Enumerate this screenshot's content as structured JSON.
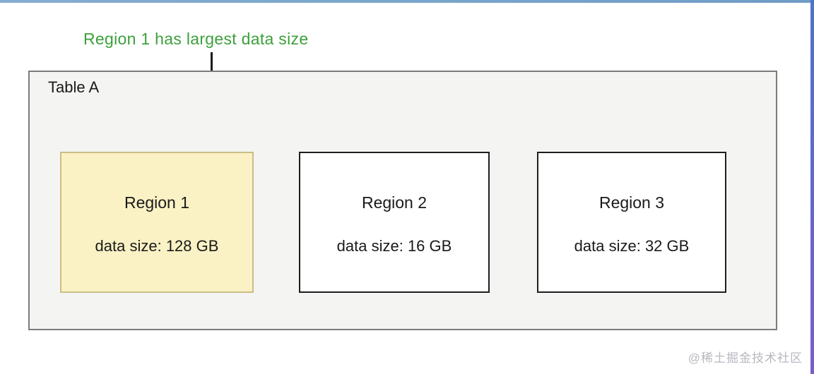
{
  "annotation": {
    "text": "Region 1 has largest data size",
    "color": "#3ca03c"
  },
  "table": {
    "label": "Table A"
  },
  "regions": [
    {
      "name": "Region 1",
      "data_size": "data size: 128 GB",
      "highlighted": true,
      "fill": "#faf2c5",
      "border": "#ccbd85"
    },
    {
      "name": "Region 2",
      "data_size": "data size: 16 GB",
      "highlighted": false,
      "fill": "#ffffff",
      "border": "#1e1e1e"
    },
    {
      "name": "Region 3",
      "data_size": "data size: 32 GB",
      "highlighted": false,
      "fill": "#ffffff",
      "border": "#1e1e1e"
    }
  ],
  "watermark": {
    "text": "@稀土掘金技术社区"
  },
  "colors": {
    "annotation_green": "#3ca03c",
    "table_fill": "#f4f4f2",
    "table_border": "#7b7b7b",
    "highlight_fill": "#faf2c5",
    "highlight_border": "#ccbd85",
    "arrow": "#1a1a1a",
    "top_edge": "#7ca8ca",
    "right_edge_top": "#4f74c6",
    "right_edge_bottom": "#7a5ecb",
    "watermark_gray": "#b7b7c0"
  }
}
